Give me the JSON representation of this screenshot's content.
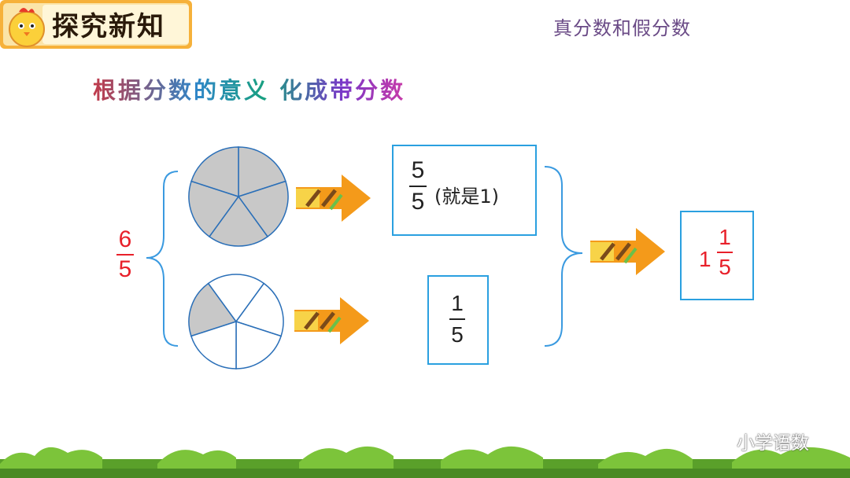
{
  "header": {
    "title": "探究新知",
    "topic": "真分数和假分数"
  },
  "subtitle": "根据分数的意义  化成带分数",
  "source_fraction": {
    "numerator": "6",
    "denominator": "5"
  },
  "top_row": {
    "circle_parts": 5,
    "shaded_parts": 5,
    "fraction": {
      "numerator": "5",
      "denominator": "5"
    },
    "note": "(就是1)"
  },
  "bottom_row": {
    "circle_parts": 5,
    "shaded_parts": 1,
    "fraction": {
      "numerator": "1",
      "denominator": "5"
    }
  },
  "result": {
    "whole": "1",
    "numerator": "1",
    "denominator": "5"
  },
  "watermark": "小学语数",
  "colors": {
    "fraction_red": "#e8202a",
    "box_border": "#2aa0e0",
    "circle_stroke": "#2a6fb8",
    "shaded": "#c8c8c8",
    "bracket": "#3a9ae0",
    "header_bg": "#f3a62a"
  }
}
